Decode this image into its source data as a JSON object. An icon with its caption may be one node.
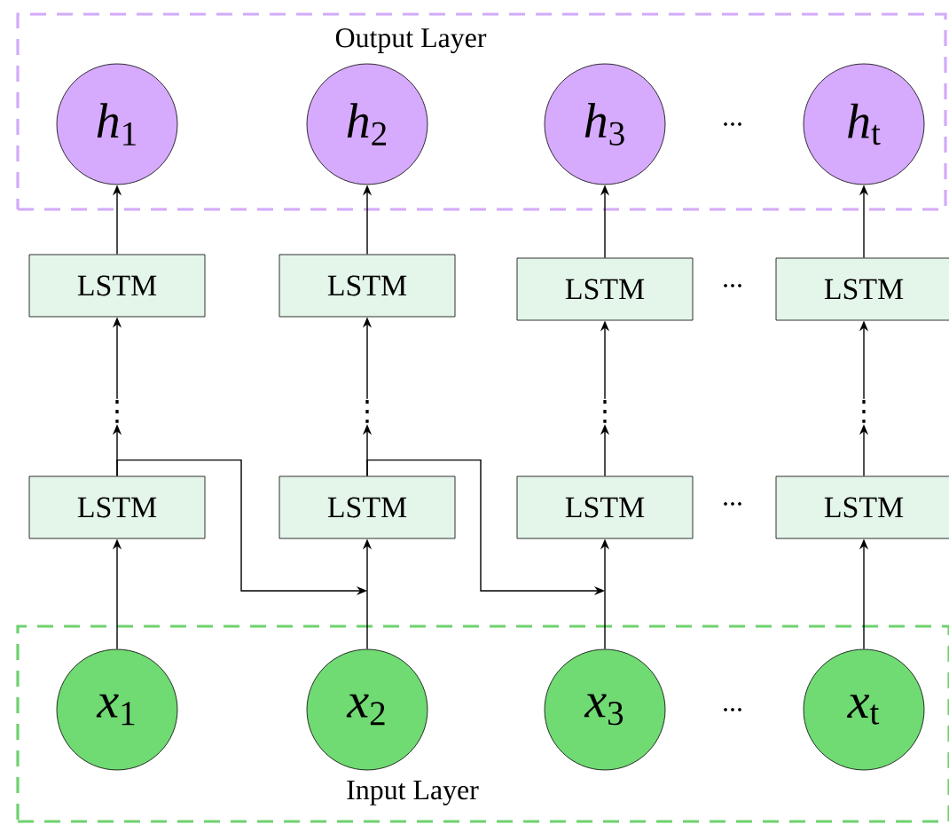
{
  "diagram": {
    "nodes": [
      {
        "text": [
          "Output Layer"
        ]
      },
      {
        "text": [
          "*h*$_{1}$"
        ],
        "in": 0
      },
      {
        "text": [
          "*h*$_{2}$"
        ],
        "in": 0
      },
      {
        "text": [
          "*h*$_{3}$"
        ],
        "in": 0
      },
      {
        "text": [
          "*h*$_{t}$"
        ],
        "in": 0
      },
      {
        "text": [
          "Input Layer"
        ]
      },
      {
        "text": [
          "*x*$_{1}$"
        ],
        "in": 5
      },
      {
        "text": [
          "*x*$_{2}$"
        ],
        "in": 5
      },
      {
        "text": [
          "*x*$_{3}$"
        ],
        "in": 5
      },
      {
        "text": [
          "*x*$_{t}$"
        ],
        "in": 5
      },
      {
        "text": [
          "LSTM"
        ]
      },
      {
        "text": [
          "LSTM"
        ]
      },
      {
        "text": [
          "LSTM"
        ]
      },
      {
        "text": [
          "LSTM"
        ]
      },
      {
        "text": [
          "LSTM"
        ]
      },
      {
        "text": [
          "LSTM"
        ]
      },
      {
        "text": [
          "LSTM"
        ]
      },
      {
        "text": [
          "LSTM"
        ]
      },
      {
        "text": [
          "⋮"
        ]
      },
      {
        "text": [
          "⋮"
        ]
      },
      {
        "text": [
          "⋮"
        ]
      },
      {
        "text": [
          "⋮"
        ]
      }
    ],
    "edges": [
      {
        "from": 6,
        "to": 14,
        "arrow": "to"
      },
      {
        "from": 7,
        "to": 15,
        "arrow": "to"
      },
      {
        "from": 8,
        "to": 16,
        "arrow": "to"
      },
      {
        "from": 9,
        "to": 17,
        "arrow": "to"
      },
      {
        "from": 14,
        "to": 18,
        "arrow": "to"
      },
      {
        "from": 15,
        "to": 19,
        "arrow": "to"
      },
      {
        "from": 16,
        "to": 20,
        "arrow": "to"
      },
      {
        "from": 17,
        "to": 21,
        "arrow": "to"
      },
      {
        "from": 18,
        "to": 10,
        "arrow": "to"
      },
      {
        "from": 19,
        "to": 11,
        "arrow": "to"
      },
      {
        "from": 20,
        "to": 12,
        "arrow": "to"
      },
      {
        "from": 21,
        "to": 13,
        "arrow": "to"
      },
      {
        "from": 10,
        "to": 1,
        "arrow": "to"
      },
      {
        "from": 11,
        "to": 2,
        "arrow": "to"
      },
      {
        "from": 12,
        "to": 3,
        "arrow": "to"
      },
      {
        "from": 13,
        "to": 4,
        "arrow": "to"
      },
      {
        "from": 14,
        "to": null,
        "arrow": "to"
      },
      {
        "from": 15,
        "to": null,
        "arrow": "to"
      }
    ],
    "labels": [
      "...",
      "...",
      "...",
      "..."
    ]
  }
}
